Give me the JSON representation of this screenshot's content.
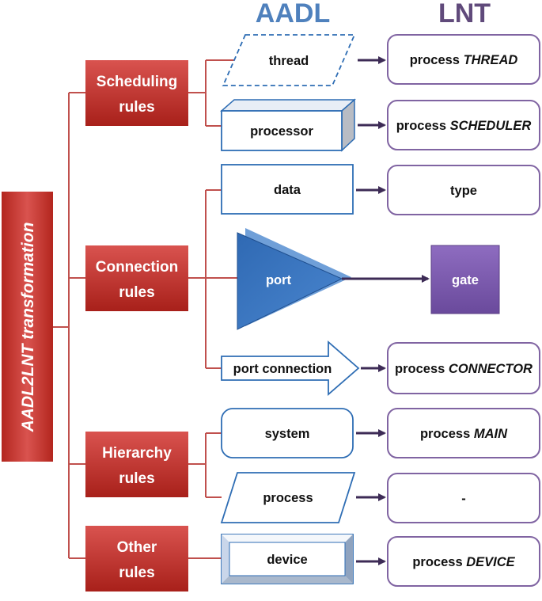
{
  "headers": {
    "aadl": "AADL",
    "lnt": "LNT"
  },
  "root_label": "AADL2LNT transformation",
  "groups": {
    "scheduling": {
      "line1": "Scheduling",
      "line2": "rules"
    },
    "connection": {
      "line1": "Connection",
      "line2": "rules"
    },
    "hierarchy": {
      "line1": "Hierarchy",
      "line2": "rules"
    },
    "other": {
      "line1": "Other",
      "line2": "rules"
    }
  },
  "aadl": {
    "thread": "thread",
    "processor": "processor",
    "data": "data",
    "port": "port",
    "port_connection": "port  connection",
    "system": "system",
    "process": "process",
    "device": "device"
  },
  "lnt": {
    "thread": {
      "prefix": "process ",
      "name": "THREAD"
    },
    "processor": {
      "prefix": "process ",
      "name": "SCHEDULER"
    },
    "data": {
      "prefix": "type",
      "name": ""
    },
    "port": {
      "prefix": "gate",
      "name": ""
    },
    "port_connection": {
      "prefix": "process ",
      "name": "CONNECTOR"
    },
    "system": {
      "prefix": "process ",
      "name": "MAIN"
    },
    "process": {
      "prefix": "-",
      "name": ""
    },
    "device": {
      "prefix": "process ",
      "name": "DEVICE"
    }
  },
  "colors": {
    "aadl_header": "#4f81bd",
    "lnt_header": "#604a7b",
    "red_box": "#c0392b",
    "blue_outline": "#2e6db4",
    "purple_outline": "#8064a2",
    "connector": "#c0504d",
    "arrow": "#3d2b56"
  }
}
